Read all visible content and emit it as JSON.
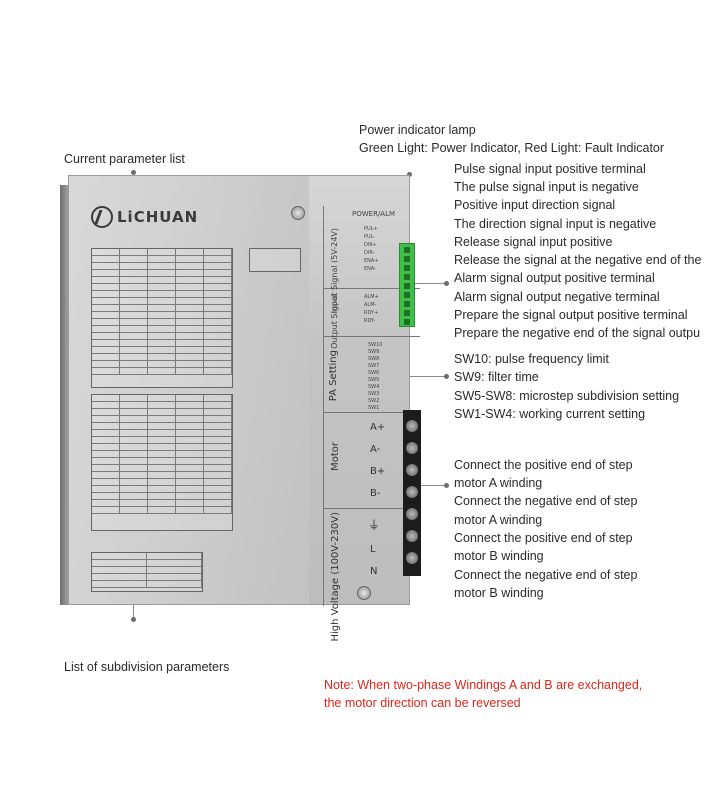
{
  "callouts": {
    "power_lamp": "Power indicator lamp",
    "power_lamp_desc": "Green Light: Power Indicator, Red Light: Fault Indicator",
    "current_list": "Current parameter list",
    "subdivision_list": "List of subdivision parameters",
    "signal_terminals": [
      "Pulse signal input positive terminal",
      "The pulse signal input is negative",
      "Positive input direction signal",
      "The direction signal input is negative",
      "Release signal input positive",
      "Release the signal at the negative end of the",
      "Alarm signal output positive terminal",
      "Alarm signal output negative terminal",
      "Prepare the signal output positive terminal",
      "Prepare the negative end of the signal outpu"
    ],
    "switches": [
      "SW10: pulse frequency limit",
      "SW9: filter time",
      "SW5-SW8: microstep subdivision setting",
      "SW1-SW4: working current setting"
    ],
    "motor_windings": [
      "Connect the positive end of step",
      "motor A winding",
      " Connect the negative end of step",
      "motor A winding",
      "Connect the positive end of step",
      "motor B winding",
      "Connect the negative end of step",
      "motor B winding"
    ]
  },
  "note": {
    "line1": "Note: When two-phase Windings A and B are exchanged,",
    "line2": "the motor direction can be reversed"
  },
  "device": {
    "brand": "LiCHUAN",
    "power_alm": "POWER/ALM",
    "input_signal": "Input Signal (5V-24V)",
    "output_signal": "Output Signal",
    "pa_setting": "PA Setting",
    "motor": "Motor",
    "high_voltage": "High Voltage (100V-230V)",
    "input_pins": [
      "PUL+",
      "PUL-",
      "DIR+",
      "DIR-",
      "ENA+",
      "ENA-"
    ],
    "output_pins": [
      "ALM+",
      "ALM-",
      "RDY+",
      "RDY-"
    ],
    "switch_labels": [
      "SW10",
      "SW9",
      "SW8",
      "SW7",
      "SW6",
      "SW5",
      "SW4",
      "SW3",
      "SW2",
      "SW1"
    ],
    "motor_terms": [
      "A+",
      "A-",
      "B+",
      "B-"
    ],
    "power_terms": [
      "L",
      "N"
    ],
    "ground_symbol": "⏚"
  },
  "colors": {
    "note": "#e0261a",
    "connector_green": "#3fbf4a"
  }
}
